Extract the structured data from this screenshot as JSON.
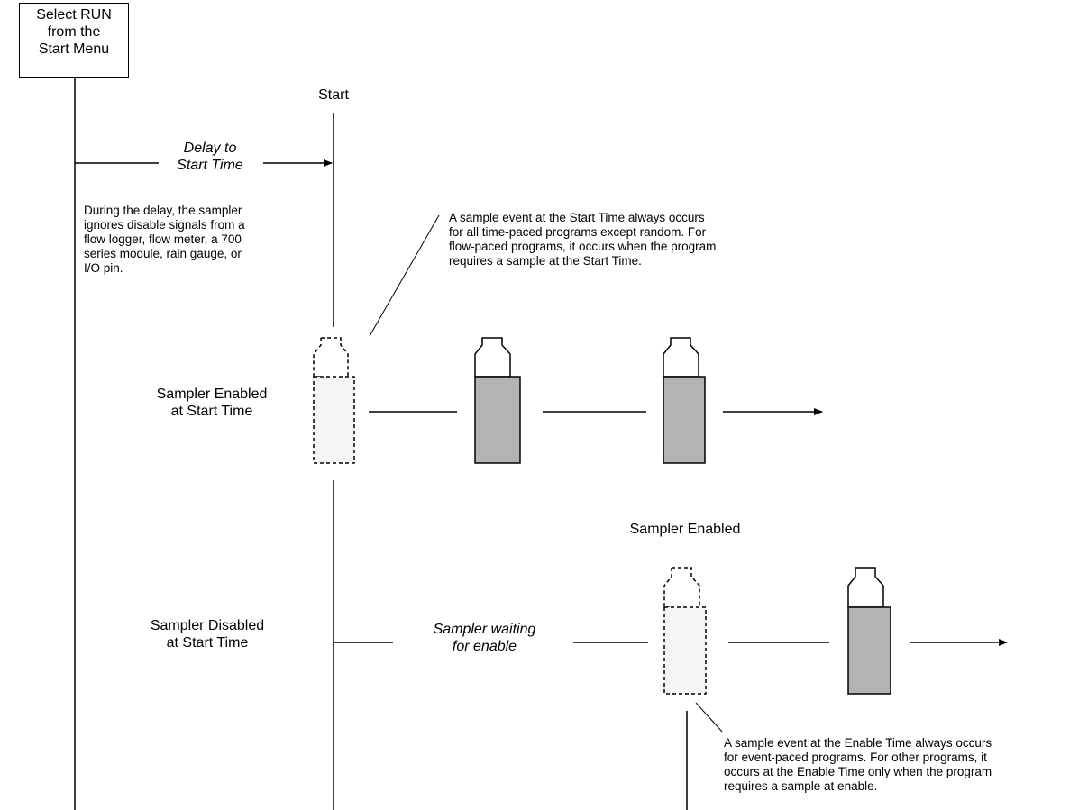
{
  "start_box": {
    "lines": [
      "Select RUN",
      "from the",
      "Start Menu"
    ]
  },
  "start_label": "Start",
  "delay_label": [
    "Delay to",
    "Start Time"
  ],
  "delay_note": [
    "During the delay, the sampler",
    "ignores disable signals from a",
    "flow logger, flow meter, a 700",
    "series module, rain gauge, or",
    "I/O pin."
  ],
  "start_note": [
    "A sample event at the Start Time always occurs",
    "for all time-paced programs except random. For",
    "flow-paced programs, it occurs when the program",
    "requires a sample at the Start Time."
  ],
  "enabled_row_label": [
    "Sampler Enabled",
    "at Start Time"
  ],
  "disabled_row_label": [
    "Sampler Disabled",
    "at Start Time"
  ],
  "sampler_enabled_label": "Sampler Enabled",
  "waiting_label": [
    "Sampler waiting",
    "for enable"
  ],
  "enable_note": [
    "A sample event at the Enable Time always occurs",
    "for event-paced programs. For other programs, it",
    "occurs at the Enable Time only when the program",
    "requires a sample at enable."
  ],
  "colors": {
    "bottle_fill": "#b3b3b3",
    "ghost_fill": "#f4f4f4",
    "line": "#000000"
  },
  "icons": {
    "bottle_filled": "sample-bottle-icon",
    "bottle_pending": "pending-sample-bottle-icon"
  }
}
